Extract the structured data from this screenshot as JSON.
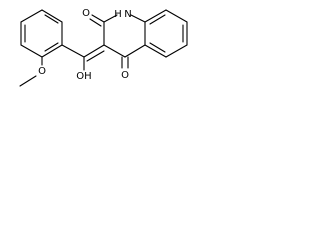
{
  "molecule": {
    "atoms": {
      "o_methoxy": "O",
      "o_enol": "OH",
      "o_c2": "O",
      "n_h": "H",
      "n_atom": "N",
      "o_c4": "O"
    }
  }
}
